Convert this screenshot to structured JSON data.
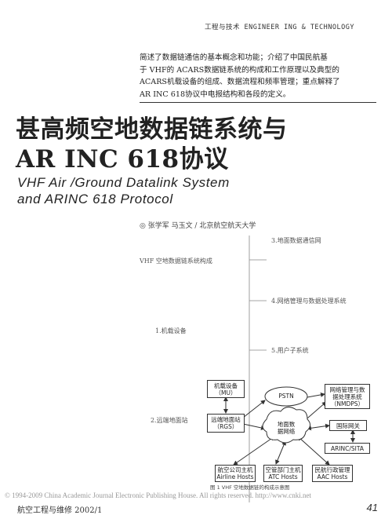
{
  "header": {
    "running_title": "工程与技术 ENGINEER   ING & TECHNOLOGY"
  },
  "abstract": {
    "lines": [
      "简述了数据链通信的基本概念和功能；介绍了中国民航基",
      "于 VHF的 ACARS数据链系统的构成和工作原理以及典型的",
      "ACARS机载设备的组成、数据流程和频率管理；重点解释了",
      "AR INC 618协议中电报结构和各段的定义。"
    ]
  },
  "title": {
    "cn_line1": "甚高频空地数据链系统与",
    "cn_line2": "AR INC 618协议",
    "en_line1": "VHF Air /Ground Datalink System",
    "en_line2": "and ARINC 618 Protocol"
  },
  "authors": "◎ 张学军 马玉文 / 北京航空航天大学",
  "outline": {
    "root": "VHF 空地数据链系统构成",
    "item1": "1.机载设备",
    "item2": "2.远端地面站",
    "item3": "3.地面数据通信网",
    "item4": "4.网络管理与数据处理系统",
    "item5": "5.用户子系统"
  },
  "diagram": {
    "mu": [
      "机载设备",
      "（MU）"
    ],
    "rgs": [
      "远端地面站",
      "（RGS）"
    ],
    "pstn": "PSTN",
    "ddn": [
      "地面数",
      "据网络"
    ],
    "nmdps": [
      "网络管理与数",
      "据处理系统",
      "（NMDPS）"
    ],
    "gateway": "国际网关",
    "sita": "ARINC/SITA",
    "airline": [
      "航空公司主机",
      "Airline Hosts"
    ],
    "atc": [
      "空管部门主机",
      "ATC Hosts"
    ],
    "aac": [
      "民航行政管理",
      "AAC Hosts"
    ],
    "caption": "图 1  VHF  空地数据链的构成示意图"
  },
  "footer": {
    "copyright": "© 1994-2009 China Academic Journal Electronic Publishing House. All rights reserved.    http://www.cnki.net",
    "journal": "航空工程与维修  2002/1",
    "page": "41"
  }
}
